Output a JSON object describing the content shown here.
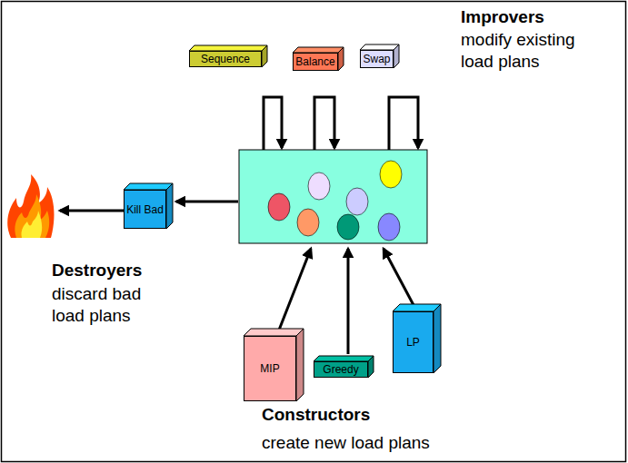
{
  "diagram": {
    "nodes": [
      {
        "text": [
          "Sequence"
        ]
      },
      {
        "text": [
          "Balance"
        ]
      },
      {
        "text": [
          "Swap"
        ]
      },
      {
        "text": [
          "Kill Bad"
        ]
      },
      {
        "text": [
          "MIP"
        ]
      },
      {
        "text": [
          "Greedy"
        ]
      },
      {
        "text": [
          "LP"
        ]
      }
    ],
    "labels": [
      "Improvers",
      "modify existing load plans",
      "Destroyers",
      "discard bad load plans",
      "Constructors",
      "create new load plans"
    ]
  }
}
